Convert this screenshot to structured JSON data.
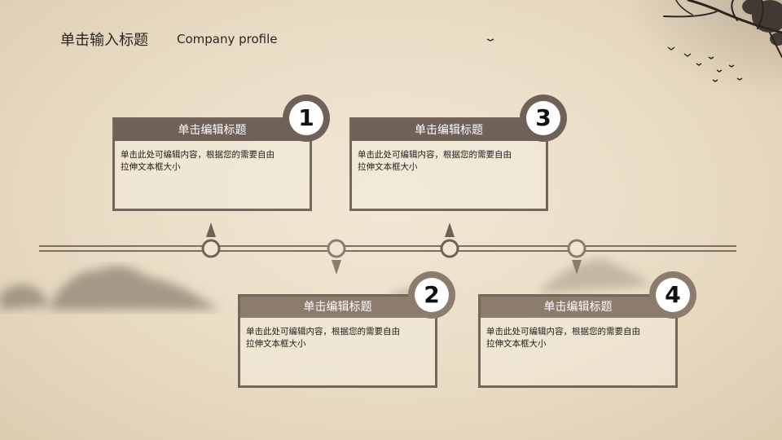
{
  "header": {
    "title": "单击输入标题",
    "subtitle": "Company profile"
  },
  "cards": [
    {
      "number": "1",
      "heading": "单击编辑标题",
      "body_line1": "单击此处可编辑内容，根据您的需要自由",
      "body_line2": "拉伸文本框大小"
    },
    {
      "number": "3",
      "heading": "单击编辑标题",
      "body_line1": "单击此处可编辑内容，根据您的需要自由",
      "body_line2": "拉伸文本框大小"
    },
    {
      "number": "2",
      "heading": "单击编辑标题",
      "body_line1": "单击此处可编辑内容，根据您的需要自由",
      "body_line2": "拉伸文本框大小"
    },
    {
      "number": "4",
      "heading": "单击编辑标题",
      "body_line1": "单击此处可编辑内容，根据您的需要自由",
      "body_line2": "拉伸文本框大小"
    }
  ],
  "colors": {
    "dark_brown": "#6f6157",
    "light_brown": "#8c7c6d",
    "paper": "#ece2cd"
  }
}
